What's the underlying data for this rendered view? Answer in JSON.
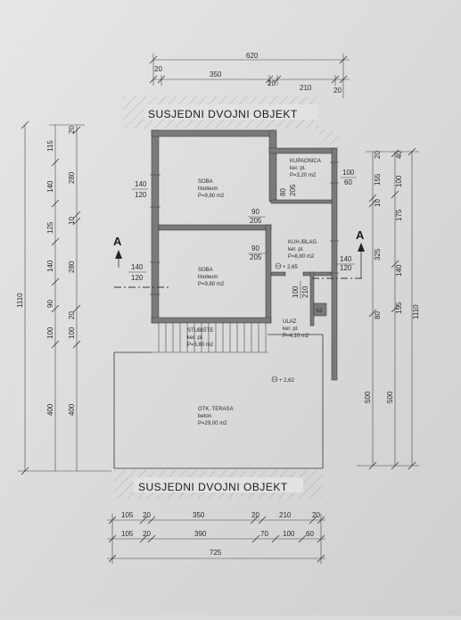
{
  "neighbor": {
    "top": "SUSJEDNI DVOJNI OBJEKT",
    "bottom": "SUSJEDNI DVOJNI OBJEKT"
  },
  "section": {
    "left": "A",
    "right": "A"
  },
  "dims_top": {
    "overall": "620",
    "d1": "20",
    "d2": "350",
    "d3": "20",
    "d4": "210",
    "d5": "20"
  },
  "dims_bottom_row1": {
    "d1": "105",
    "d2": "20",
    "d3": "350",
    "d4": "20",
    "d5": "210",
    "d6": "20"
  },
  "dims_bottom_row2": {
    "d1": "105",
    "d2": "20",
    "d3": "390",
    "d4": "70",
    "d5": "100",
    "d6": "60"
  },
  "dims_bottom_total": "725",
  "dims_left": {
    "outer": "1110",
    "c1": [
      "115",
      "140",
      "125",
      "140",
      "90",
      "100",
      "400"
    ],
    "c2": [
      "20",
      "280",
      "10",
      "280",
      "20",
      "100",
      "400"
    ]
  },
  "dims_right": {
    "outer": "1110",
    "c1": [
      "20",
      "155",
      "10",
      "325",
      "80",
      "500"
    ],
    "c2": [
      "40",
      "100",
      "175",
      "140",
      "155",
      "500"
    ]
  },
  "openings": {
    "soba1_win_w": "140",
    "soba1_win_h": "120",
    "soba2_win_w": "140",
    "soba2_win_h": "120",
    "door1_w": "90",
    "door1_h": "205",
    "door2_w": "90",
    "door2_h": "205",
    "kup_win_w": "100",
    "kup_win_h": "60",
    "kup_door_w": "80",
    "kup_door_h": "205",
    "kuh_win_w": "140",
    "kuh_win_h": "120",
    "ulaz_door_w": "100",
    "ulaz_door_h": "210",
    "s2": "S2"
  },
  "levels": {
    "l1": "+ 2,65",
    "l2": "+ 2,62"
  },
  "rooms": {
    "soba1": {
      "name": "SOBA",
      "floor": "linoleum",
      "area": "P=9,80 m2"
    },
    "soba2": {
      "name": "SOBA",
      "floor": "linoleum",
      "area": "P=9,80 m2"
    },
    "kupaonica": {
      "name": "KUPAONICA",
      "floor": "ker. pl.",
      "area": "P=3,20 m2"
    },
    "kuhinja": {
      "name": "KUH./BLAG.",
      "floor": "ker. pl.",
      "area": "P=8,80 m2"
    },
    "ulaz": {
      "name": "ULAZ",
      "floor": "ker. pl.",
      "area": "P=4,10 m2"
    },
    "stubiste": {
      "name": "STUBIŠTE",
      "floor": "ker. pl.",
      "area": "P=3,80 m2"
    },
    "terasa": {
      "name": "OTK. TERASA",
      "floor": "beton",
      "area": "P=29,00 m2"
    }
  }
}
